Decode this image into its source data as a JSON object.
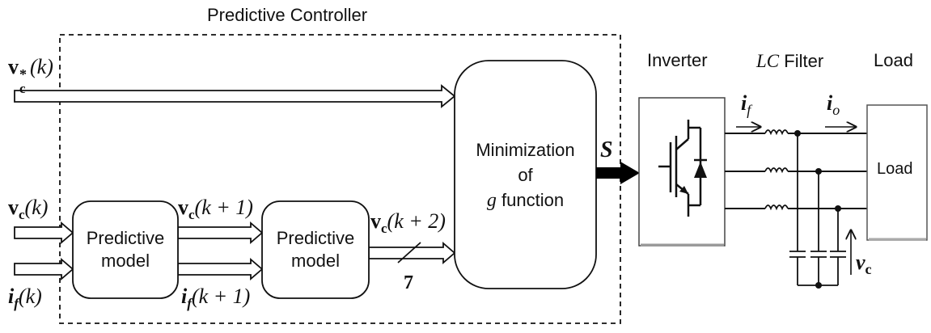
{
  "controller_title": "Predictive Controller",
  "inputs": {
    "vc_ref": {
      "main": "v",
      "sub": "c",
      "sup": "*",
      "arg": "(k)"
    },
    "vc": {
      "main": "v",
      "sub": "c",
      "arg": "(k)"
    },
    "if": {
      "main": "i",
      "sub": "f",
      "arg": "(k)"
    }
  },
  "predict1": {
    "line1": "Predictive",
    "line2": "model"
  },
  "predict2": {
    "line1": "Predictive",
    "line2": "model"
  },
  "mid_labels": {
    "vc_k1": {
      "main": "v",
      "sub": "c",
      "arg": "(k + 1)"
    },
    "if_k1": {
      "main": "i",
      "sub": "f",
      "arg": "(k + 1)"
    },
    "vc_k2": {
      "main": "v",
      "sub": "c",
      "arg": "(k + 2)"
    },
    "bus_width": "7"
  },
  "minimizer": {
    "line1": "Minimization",
    "line2": "of",
    "line3_var": "g",
    "line3_rest": " function"
  },
  "switch_signal": "S",
  "inverter_label": "Inverter",
  "filter_label": {
    "italic": "LC",
    "rest": " Filter"
  },
  "load_label": "Load",
  "load_box_text": "Load",
  "current_labels": {
    "if": {
      "main": "i",
      "sub": "f"
    },
    "io": {
      "main": "i",
      "sub": "o"
    }
  },
  "vc_out": {
    "main": "v",
    "sub": "c"
  }
}
